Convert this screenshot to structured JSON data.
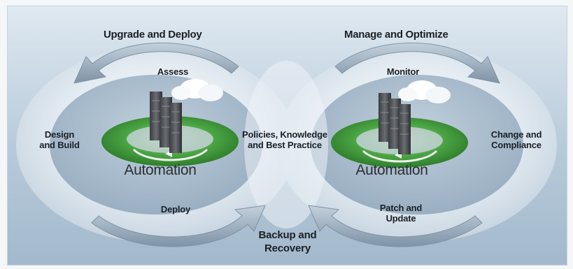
{
  "labels": {
    "upgrade_deploy": "Upgrade and Deploy",
    "manage_optimize": "Manage and Optimize",
    "assess": "Assess",
    "monitor": "Monitor",
    "design_build_1": "Design",
    "design_build_2": "and Build",
    "policies_1": "Policies, Knowledge",
    "policies_2": "and Best Practice",
    "change_1": "Change and",
    "change_2": "Compliance",
    "automation_left": "Automation",
    "automation_right": "Automation",
    "deploy": "Deploy",
    "patch_1": "Patch and",
    "patch_2": "Update",
    "backup_1": "Backup and",
    "backup_2": "Recovery"
  },
  "colors": {
    "ring": "#e7eef4",
    "arrow": "#8fa4b6",
    "platform_green": "#3f9b3b",
    "server": "#4a4c50"
  },
  "icons": {
    "left_hub": "server-rack-cloud-icon",
    "right_hub": "server-rack-cloud-icon",
    "arrows": "cycle-arrow-icon"
  }
}
